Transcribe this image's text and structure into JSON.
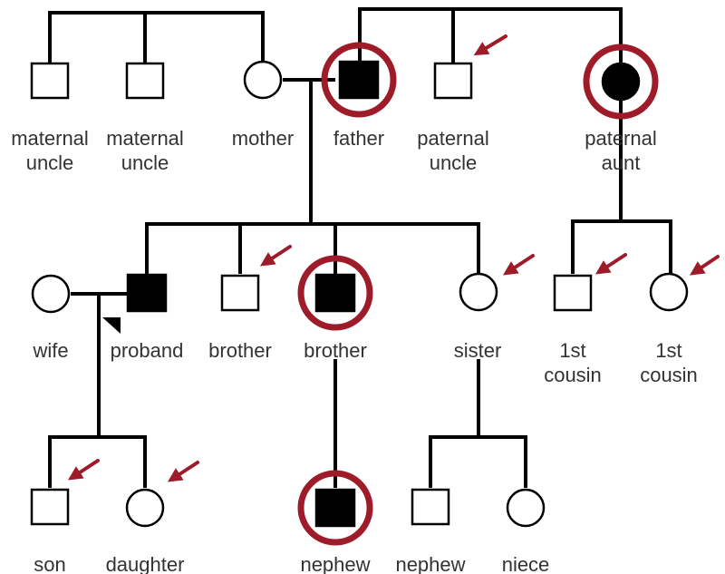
{
  "colors": {
    "highlight": "#9e1b2a",
    "affected": "#000000",
    "unaffected": "#ffffff",
    "line": "#000000"
  },
  "legend_icons": {
    "ring": "circle-highlight",
    "arrow": "arrow-pointer"
  },
  "individuals": {
    "maternal_uncle_1": {
      "label": [
        "maternal",
        "uncle"
      ],
      "sex": "male",
      "affected": false
    },
    "maternal_uncle_2": {
      "label": [
        "maternal",
        "uncle"
      ],
      "sex": "male",
      "affected": false
    },
    "mother": {
      "label": [
        "mother"
      ],
      "sex": "female",
      "affected": false
    },
    "father": {
      "label": [
        "father"
      ],
      "sex": "male",
      "affected": true,
      "ringed": true
    },
    "paternal_uncle": {
      "label": [
        "paternal",
        "uncle"
      ],
      "sex": "male",
      "affected": false,
      "arrow": true
    },
    "paternal_aunt": {
      "label": [
        "paternal",
        "aunt"
      ],
      "sex": "female",
      "affected": true,
      "ringed": true
    },
    "wife": {
      "label": [
        "wife"
      ],
      "sex": "female",
      "affected": false
    },
    "proband": {
      "label": [
        "proband"
      ],
      "sex": "male",
      "affected": true,
      "proband_marker": true
    },
    "brother_1": {
      "label": [
        "brother"
      ],
      "sex": "male",
      "affected": false,
      "arrow": true
    },
    "brother_2": {
      "label": [
        "brother"
      ],
      "sex": "male",
      "affected": true,
      "ringed": true
    },
    "sister": {
      "label": [
        "sister"
      ],
      "sex": "female",
      "affected": false,
      "arrow": true
    },
    "cousin_1": {
      "label": [
        "1st",
        "cousin"
      ],
      "sex": "male",
      "affected": false,
      "arrow": true
    },
    "cousin_2": {
      "label": [
        "1st",
        "cousin"
      ],
      "sex": "female",
      "affected": false,
      "arrow": true
    },
    "son": {
      "label": [
        "son"
      ],
      "sex": "male",
      "affected": false,
      "arrow": true
    },
    "daughter": {
      "label": [
        "daughter"
      ],
      "sex": "female",
      "affected": false,
      "arrow": true
    },
    "nephew_1": {
      "label": [
        "nephew"
      ],
      "sex": "male",
      "affected": true,
      "ringed": true
    },
    "nephew_2": {
      "label": [
        "nephew"
      ],
      "sex": "male",
      "affected": false
    },
    "niece": {
      "label": [
        "niece"
      ],
      "sex": "female",
      "affected": false
    }
  }
}
